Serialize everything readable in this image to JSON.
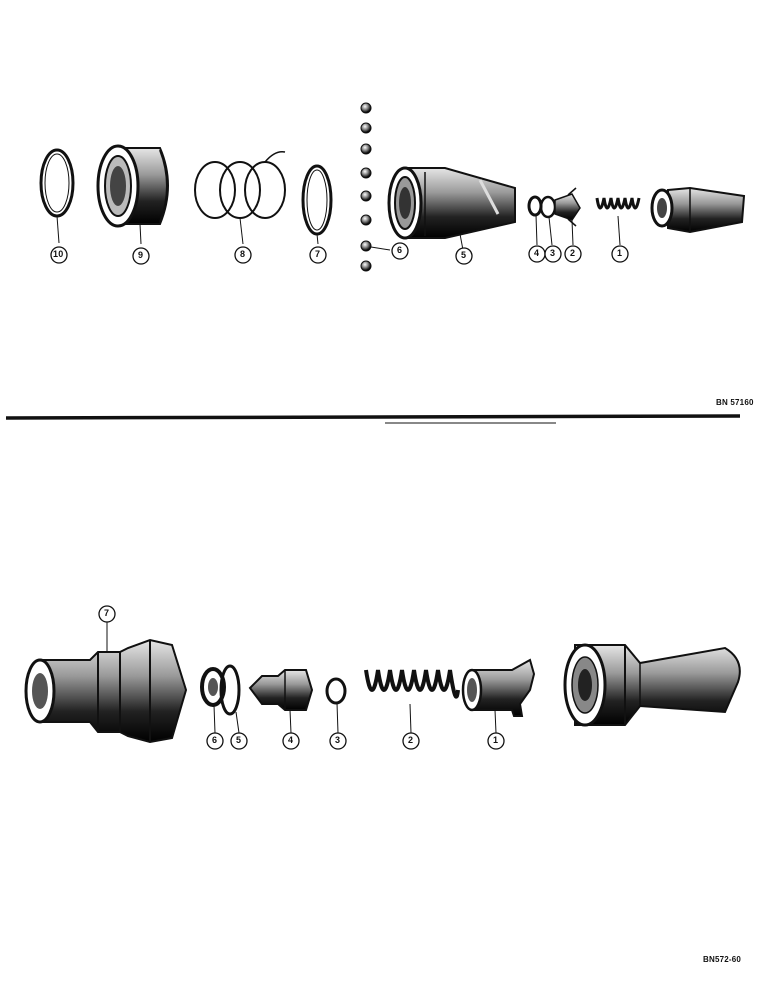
{
  "top_diagram": {
    "reference": "BN 57160",
    "callouts": {
      "c10": "10",
      "c9": "9",
      "c8": "8",
      "c7": "7",
      "c6": "6",
      "c5": "5",
      "c4": "4",
      "c3": "3",
      "c2": "2",
      "c1": "1"
    }
  },
  "bottom_diagram": {
    "reference": "BN572-60",
    "callouts": {
      "c7": "7",
      "c6": "6",
      "c5": "5",
      "c4": "4",
      "c3": "3",
      "c2": "2",
      "c1": "1"
    }
  },
  "colors": {
    "ink": "#111111",
    "paper": "#ffffff"
  }
}
